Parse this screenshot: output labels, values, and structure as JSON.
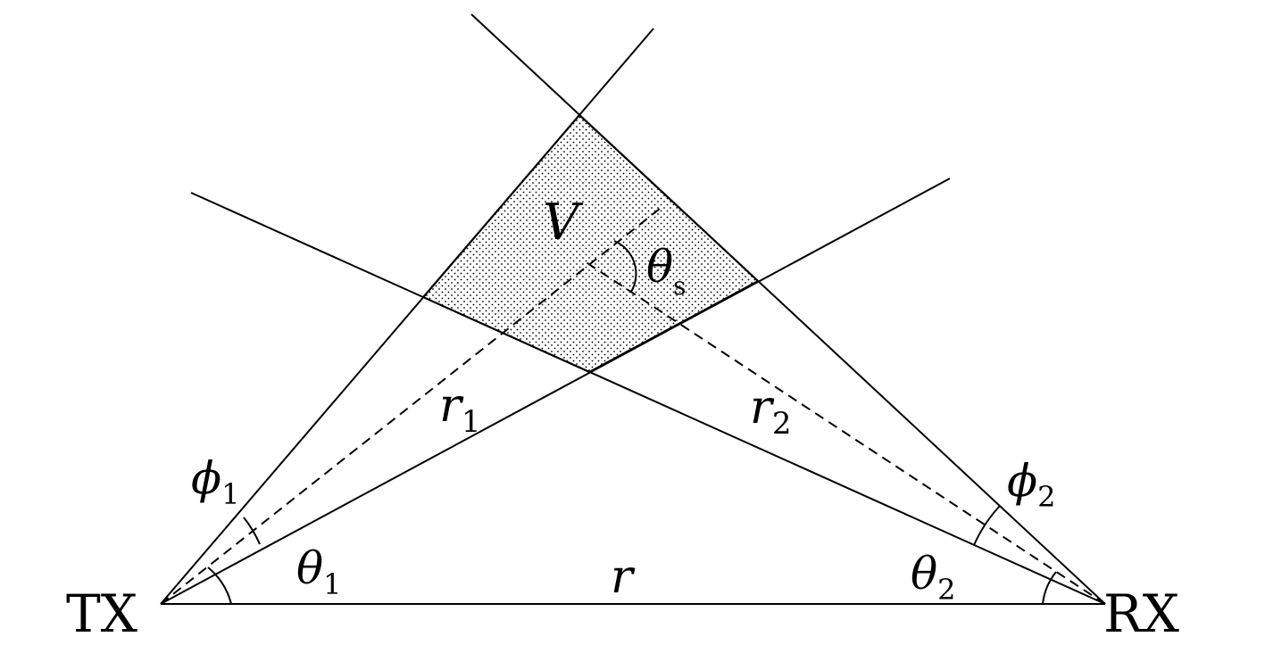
{
  "colors": {
    "stroke": "#000000",
    "stipple": "#000000",
    "background": "#ffffff"
  },
  "labels": {
    "tx": "TX",
    "rx": "RX",
    "volume": "V",
    "baseline": "r",
    "r1": {
      "symbol": "r",
      "sub": "1"
    },
    "r2": {
      "symbol": "r",
      "sub": "2"
    },
    "theta1": {
      "symbol": "θ",
      "sub": "1"
    },
    "theta2": {
      "symbol": "θ",
      "sub": "2"
    },
    "phi1": {
      "symbol": "ϕ",
      "sub": "1"
    },
    "phi2": {
      "symbol": "ϕ",
      "sub": "2"
    },
    "theta_s": {
      "symbol": "θ",
      "sub": "s"
    }
  }
}
